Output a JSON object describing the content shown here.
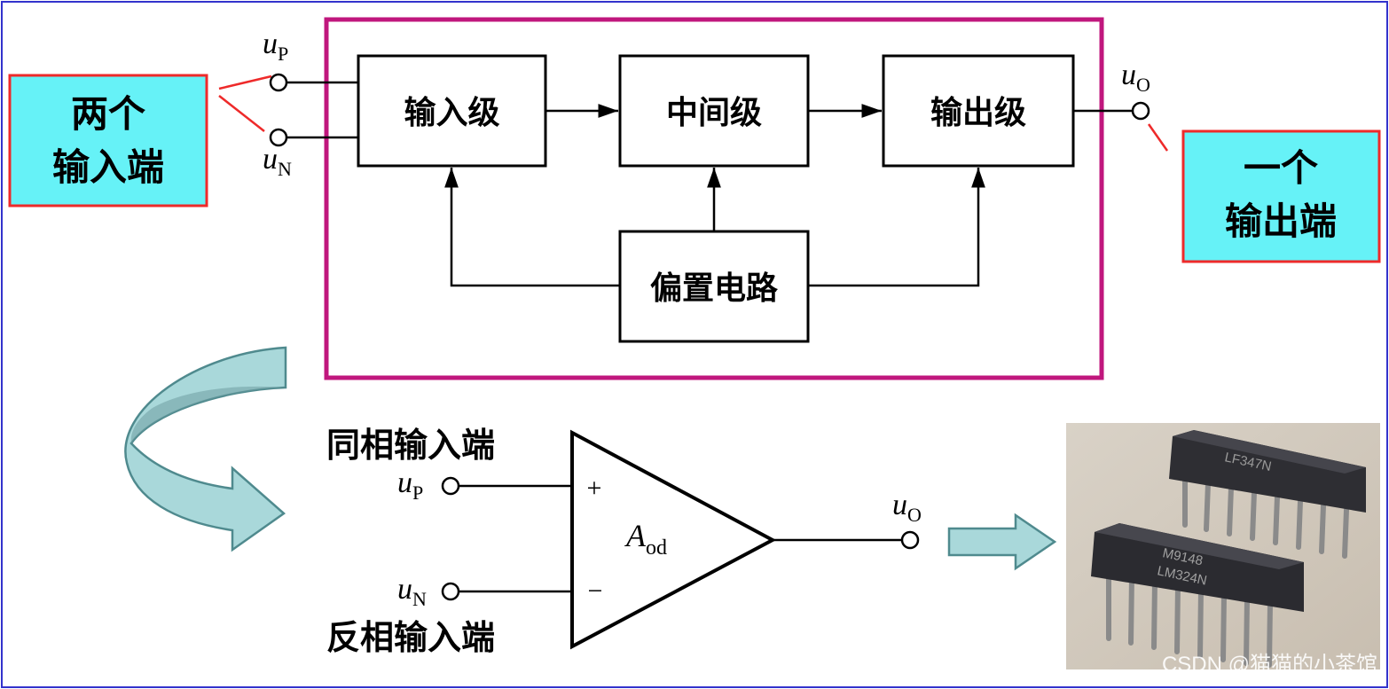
{
  "callouts": {
    "two_inputs": [
      "两个",
      "输入端"
    ],
    "one_output": [
      "一个",
      "输出端"
    ]
  },
  "blocks": {
    "input_stage": "输入级",
    "middle_stage": "中间级",
    "output_stage": "输出级",
    "bias_circuit": "偏置电路"
  },
  "terminals": {
    "u": "u",
    "P": "P",
    "N": "N",
    "O": "O"
  },
  "opamp": {
    "noninverting_label": "同相输入端",
    "inverting_label": "反相输入端",
    "plus": "+",
    "minus": "−",
    "gain_main": "A",
    "gain_sub": "od"
  },
  "chips": [
    "LF347N",
    "M9148",
    "LM324N"
  ],
  "watermark": "CSDN @猫猫的小茶馆",
  "colors": {
    "frame": "#3333cc",
    "callout_fill": "#66f2f7",
    "callout_border": "#ee2a2a",
    "module_border": "#c0177d",
    "arrow_fill": "#a9d8da",
    "arrow_stroke": "#4f8a8e"
  }
}
